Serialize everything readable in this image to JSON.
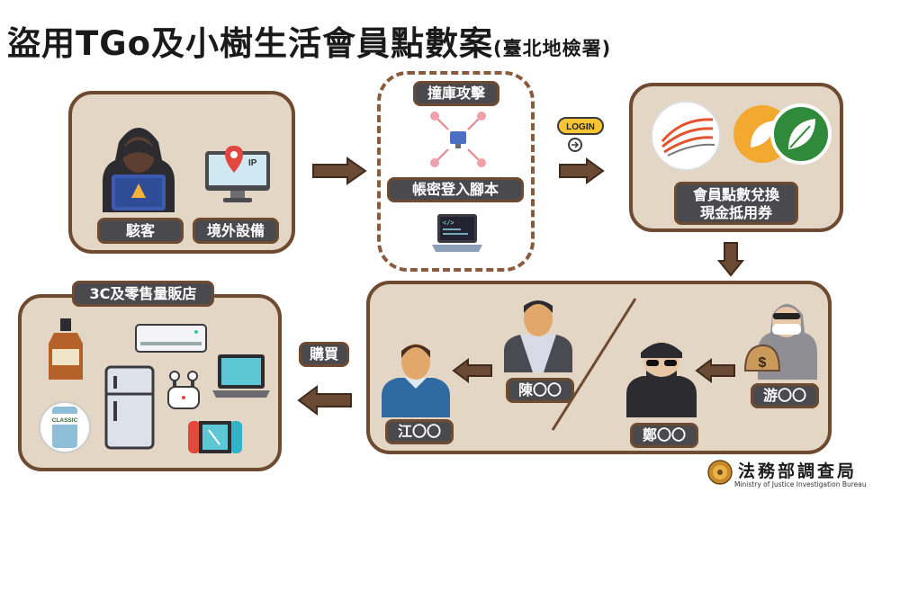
{
  "title": {
    "main": "盜用TGo及小樹生活會員點數案",
    "sub": "(臺北地檢署)"
  },
  "labels": {
    "hacker": "駭客",
    "foreign_device": "境外設備",
    "credential_stuffing": "撞庫攻擊",
    "login_script": "帳密登入腳本",
    "points_line1": "會員點數兌換",
    "points_line2": "現金抵用券",
    "store": "3C及零售量販店",
    "buy": "購買",
    "jiang": "江〇〇",
    "chen": "陳〇〇",
    "zheng": "鄭〇〇",
    "you": "游〇〇"
  },
  "icons": {
    "login": "LOGIN",
    "ip": "IP",
    "can_brand": "CLASSIC"
  },
  "logo": {
    "zh": "法務部調查局",
    "en": "Ministry of Justice Investigation Bureau"
  },
  "colors": {
    "panel": "#e3d6c5",
    "border": "#6e4a31",
    "label_bg": "#4a4a4e",
    "arrow": "#6b4a34"
  }
}
